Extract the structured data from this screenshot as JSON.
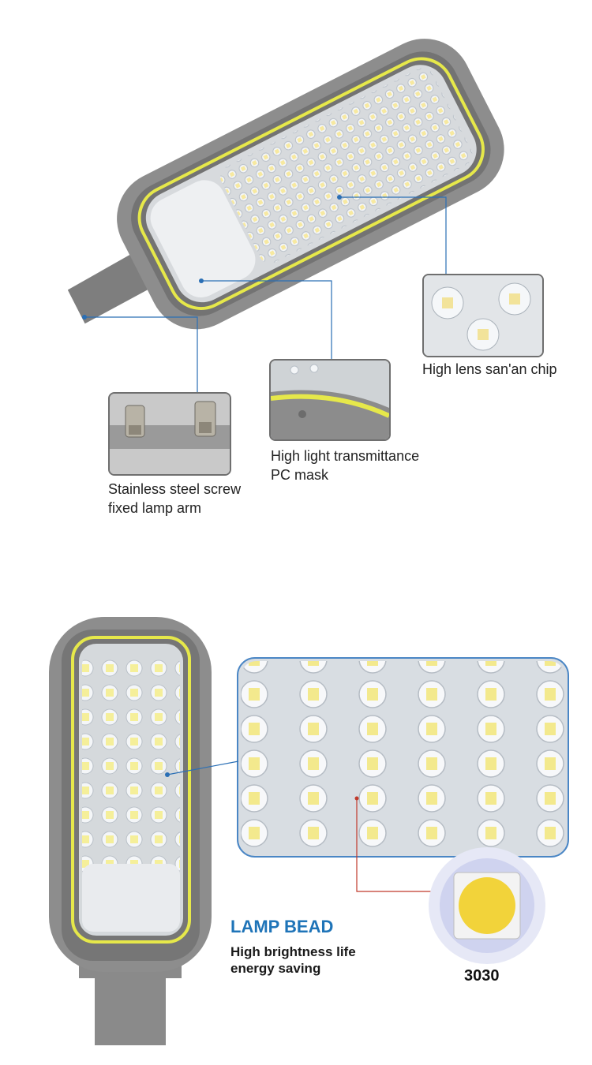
{
  "section1": {
    "callout_screw": {
      "line1": "Stainless steel screw",
      "line2": "fixed lamp arm"
    },
    "callout_mask": {
      "line1": "High light transmittance",
      "line2": "PC mask"
    },
    "callout_chip": {
      "line1": "High lens san'an chip"
    }
  },
  "section2": {
    "heading": "LAMP BEAD",
    "desc_line1": "High brightness life",
    "desc_line2": "energy saving",
    "chip_label": "3030"
  },
  "colors": {
    "housing": "#8a8a8a",
    "accent_yellow": "#e6e84a",
    "heading_blue": "#1f74b8",
    "leader_blue": "#2a6fb5",
    "leader_red": "#c0392b"
  }
}
